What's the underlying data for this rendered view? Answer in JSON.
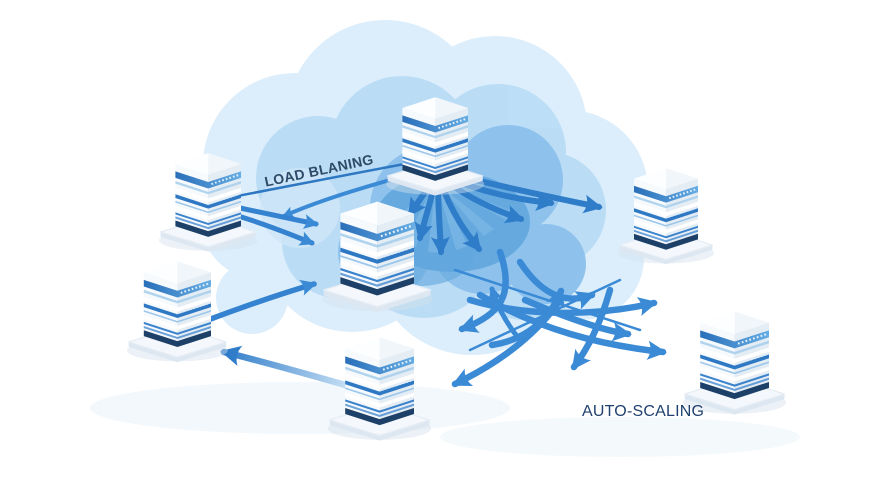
{
  "diagram": {
    "type": "isometric-cloud-network-illustration",
    "server_count": 7
  },
  "labels": {
    "load_balancing": "LOAD BLANING",
    "auto_scaling": "AUTO-SCALING"
  },
  "icons": {
    "cloud": "cloud-shape",
    "servers": [
      "server-icon-top",
      "server-icon-left",
      "server-icon-center",
      "server-icon-bottom-left",
      "server-icon-bottom-center",
      "server-icon-right",
      "server-icon-bottom-right"
    ],
    "arrows": [
      "load-distribution-arrow-fan",
      "peer-transfer-arrows",
      "auto-scaling-arrow-tangle"
    ]
  },
  "colors": {
    "background": "#ffffff",
    "arrow_blue": "#3181cf",
    "cloud_light": "#dceefb",
    "cloud_mid": "#b9dcf5",
    "cloud_deep": "#8cc1ec",
    "cloud_core": "#61a6de",
    "server_navy": "#1d4068",
    "stripe_blue": "#2a72bd",
    "label_load_balancing": "#2d4b68",
    "label_auto_scaling": "#1f4070"
  }
}
